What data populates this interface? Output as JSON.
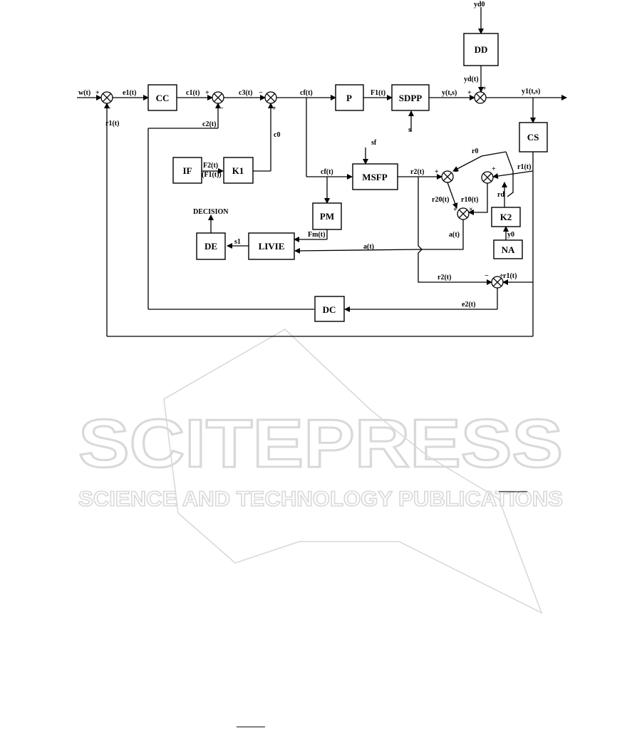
{
  "blocks": {
    "cc": "CC",
    "p": "P",
    "sdpp": "SDPP",
    "dd": "DD",
    "cs": "CS",
    "if": "IF",
    "k1": "K1",
    "msfp": "MSFP",
    "pm": "PM",
    "livie": "LIVIE",
    "de": "DE",
    "k2": "K2",
    "na": "NA",
    "dc": "DC"
  },
  "signals": {
    "w": "w(t)",
    "e1": "e1(t)",
    "c1": "c1(t)",
    "c2": "c2(t)",
    "c3": "c3(t)",
    "c0": "c0",
    "cf_top": "cf(t)",
    "cf_mid": "cf(t)",
    "f1": "F1(t)",
    "y": "y(t,s)",
    "yd0": "yd0",
    "yd": "yd(t)",
    "y1": "y1(t,s)",
    "r1_left": "r1(t)",
    "r1_cs": "r1(t)",
    "r1_bottom": "r1(t)",
    "f2": "F2(t)",
    "f1_paren": "(F1(t))",
    "sf": "sf",
    "s": "s",
    "r2": "r2(t)",
    "r2_bottom": "r2(t)",
    "r0": "r0",
    "r2o": "r20(t)",
    "r1o": "r10(t)",
    "rd": "rd",
    "y0": "y0",
    "fm": "Fm(t)",
    "at_right": "a(t)",
    "at_mid": "a(t)",
    "s1": "s1",
    "decision": "DECISION",
    "e2": "e2(t)"
  },
  "watermark": {
    "main": "SCITEPRESS",
    "sub": "SCIENCE AND TECHNOLOGY PUBLICATIONS"
  },
  "colors": {
    "diagram": "#000000",
    "watermark": "#d9d9d9"
  }
}
